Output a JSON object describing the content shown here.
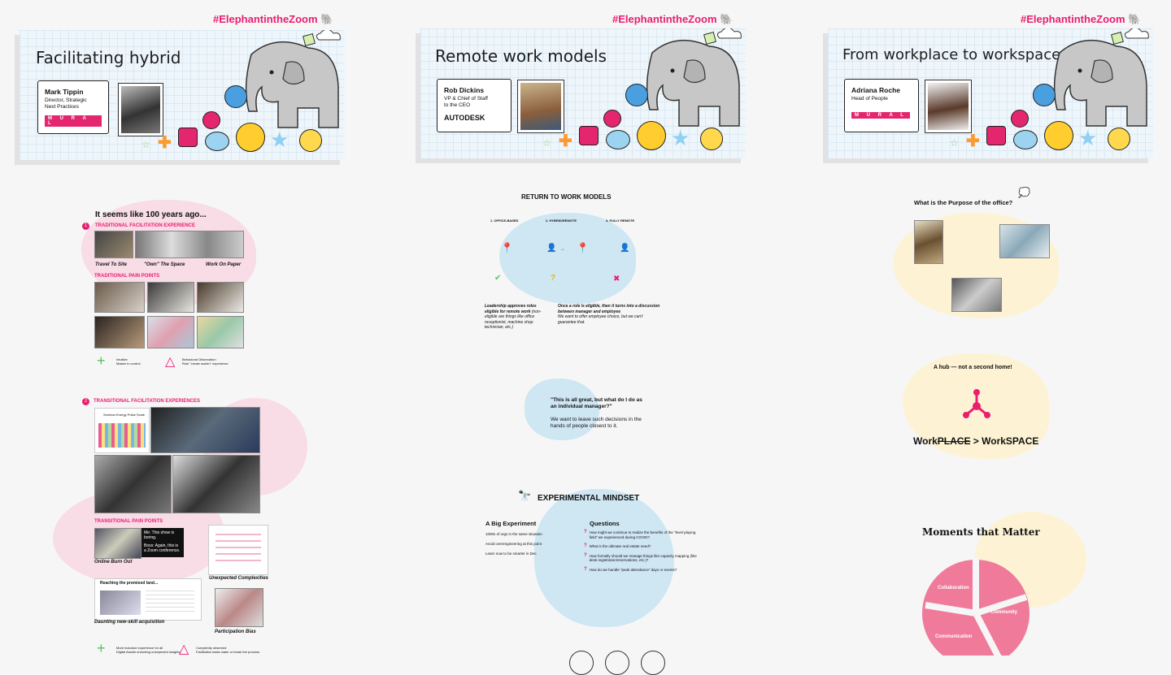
{
  "hashtag": "#ElephantintheZoom",
  "slides": [
    {
      "title": "Facilitating hybrid",
      "name": "Mark Tippin",
      "role_lines": [
        "Director, Strategic",
        "Next Practices"
      ],
      "logo": "M U R A L"
    },
    {
      "title": "Remote work models",
      "name": "Rob Dickins",
      "role_lines": [
        "VP & Chief of Staff",
        "to the CEO"
      ],
      "logo": "AUTODESK"
    },
    {
      "title": "From workplace to workspace",
      "name": "Adriana Roche",
      "role_lines": [
        "Head of People"
      ],
      "logo": "M U R A L"
    }
  ],
  "col1": {
    "heading": "It seems like 100 years ago...",
    "s1_num": "1",
    "s1_label": "TRADITIONAL FACILITATION EXPERIENCE",
    "captions": [
      "Travel To Site",
      "\"Own\" The Space",
      "Work On Paper"
    ],
    "pain_label": "TRADITIONAL PAIN POINTS",
    "legend_a": [
      "Intuitive",
      "Master in control"
    ],
    "legend_b": [
      "Behavioral Observation",
      "Role \"create workin\" experience"
    ],
    "s2_num": "2",
    "s2_label": "TRANSITIONAL FACILITATION EXPERIENCES",
    "board_title": "Seminar Energy Pulse Scale",
    "tpain_label": "TRANSITIONAL PAIN POINTS",
    "chat1": "Me: This show is boring.",
    "chat2": "Boss: Again, this is a Zoom conference.",
    "online_burnout": "Online Burn Out",
    "unexpected": "Unexpected Complexities",
    "promised": "Reaching the promised land...",
    "daunting": "Daunting new-skill acquisition",
    "participation": "Participation Bias",
    "legend_c": [
      "More inclusive experience for all",
      "Digital Assets unlocking unexpected insights"
    ],
    "legend_d": [
      "Complexity observed",
      "Facilitation tasks make or break the process"
    ]
  },
  "col2": {
    "rtw_title": "RETURN TO WORK MODELS",
    "models": [
      "1. OFFICE-BASED",
      "2. HYBRID/REMOTE",
      "3. FULLY REMOTE"
    ],
    "para1_bold": "Leadership approves roles eligible for remote work",
    "para1_rest": "(non-eligible are things like office receptionist, machine shop technician, etc.)",
    "para2_bold": "Once a role is eligible, then it turns into a discussion between manager and employee",
    "para2_rest": "We want to offer employee choice, but we can't guarantee that.",
    "quote_bold": "\"This is all great, but what do I do as an individual manager?\"",
    "quote_rest": "We want to leave such decisions in the hands of people closest to it.",
    "exp_title": "EXPERIMENTAL MINDSET",
    "big_exp": "A Big Experiment",
    "big_items": [
      "1000s of orgs in the same situation",
      "Avoid overengineering at this point",
      "Learn now to be smarter in Dec"
    ],
    "questions": "Questions",
    "q_items": [
      "How might we continue to realize the benefits of the \"level playing field\" we experienced during COVID?",
      "What is the ultimate real estate need?",
      "How formally should we manage things like capacity mapping (like desk registration/reservations, etc.)?",
      "How do we handle \"peak attendance\" days or events?"
    ]
  },
  "col3": {
    "purpose": "What is the Purpose of the office?",
    "hub": "A hub — not a second home!",
    "work_prefix": "Work",
    "work_strike": "PLACE",
    "work_suffix": " > WorkSPACE",
    "moments": "Moments that Matter",
    "pie_labels": [
      "Collaboration",
      "Community",
      "Communication"
    ]
  },
  "colors": {
    "accent": "#ea1d6f",
    "blue_blob": "#cfe6f3",
    "pink_blob": "#f8dce6",
    "yellow_blob": "#fdf3d4",
    "pie": "#f07a9a"
  }
}
